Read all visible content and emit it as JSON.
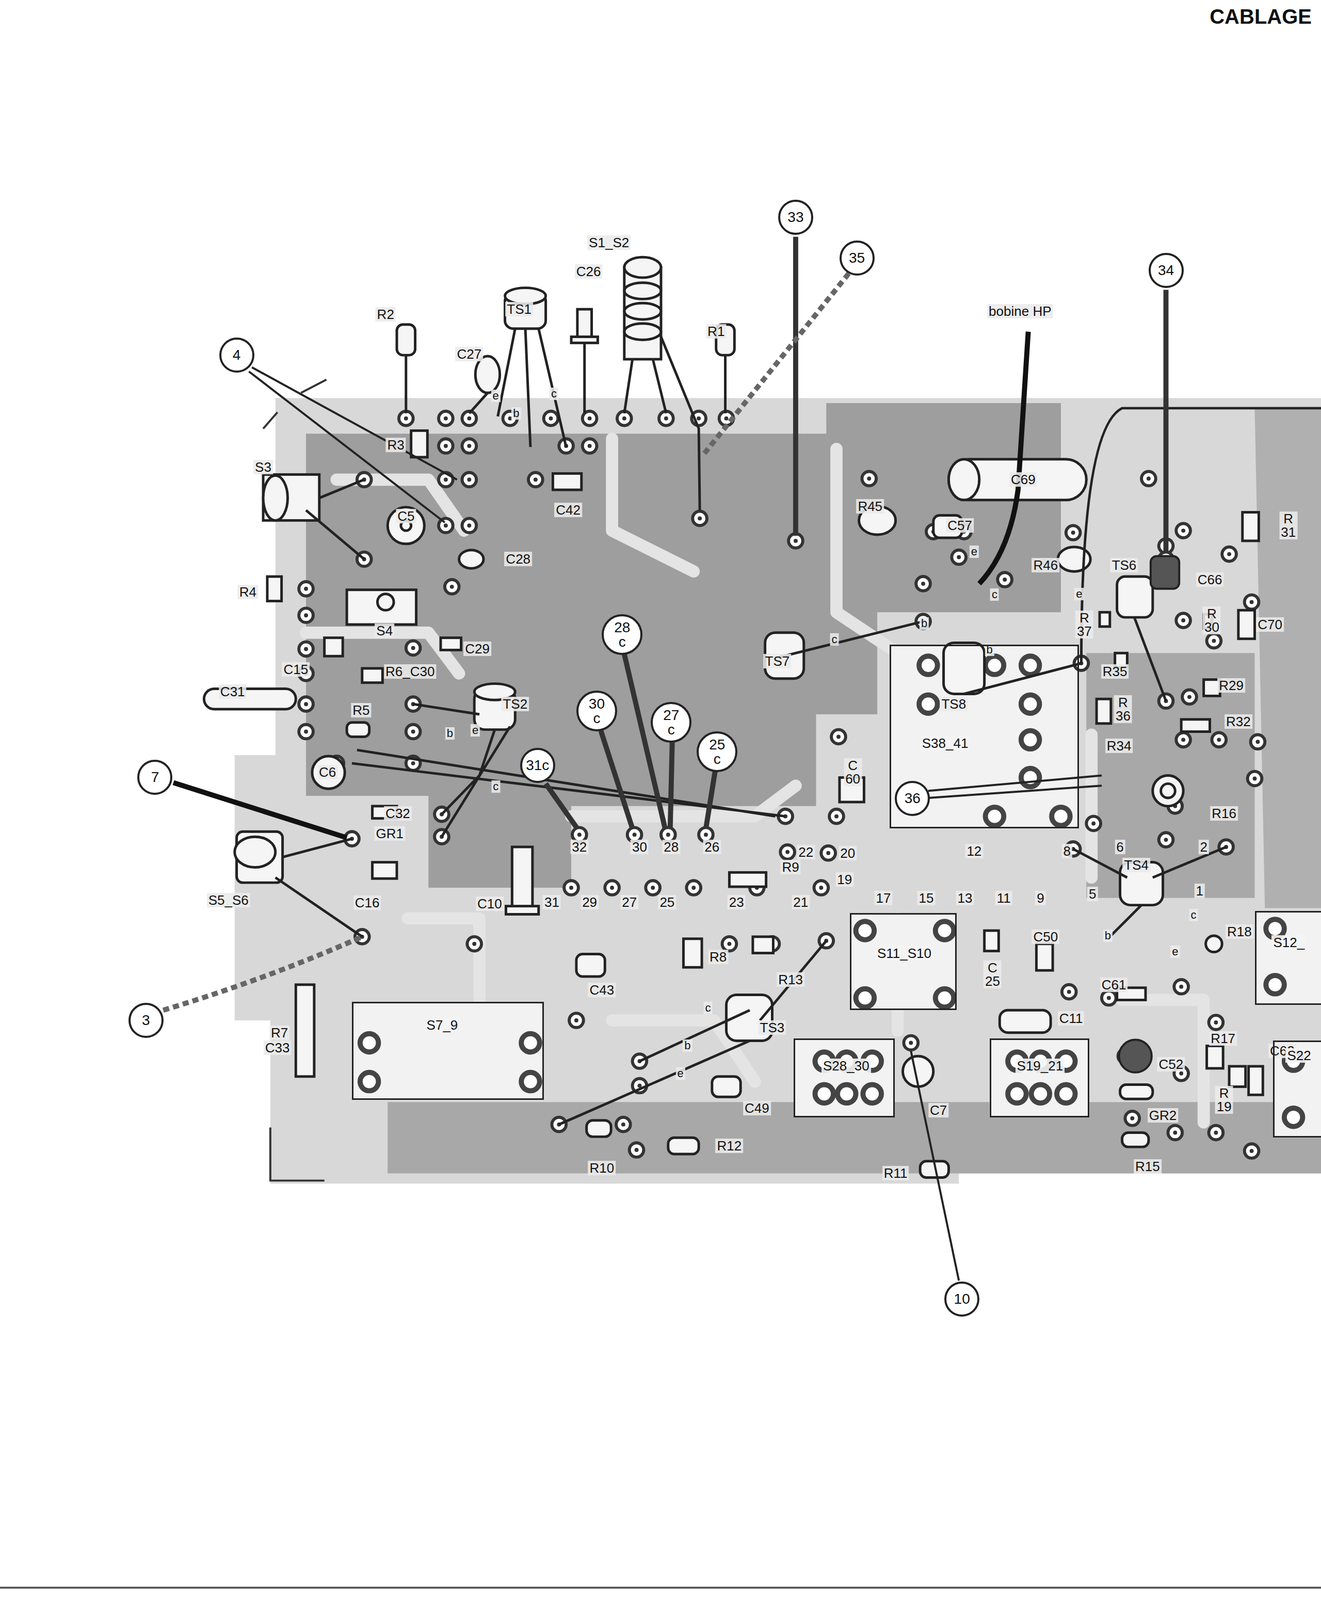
{
  "diagram": {
    "title": "CABLAGE",
    "nodes": [
      {
        "text": [
          "33"
        ]
      },
      {
        "text": [
          "35"
        ]
      },
      {
        "text": [
          "34"
        ]
      },
      {
        "text": [
          "4"
        ]
      },
      {
        "text": [
          "28 c"
        ]
      },
      {
        "text": [
          "30 c"
        ]
      },
      {
        "text": [
          "27 c"
        ]
      },
      {
        "text": [
          "25 c"
        ]
      },
      {
        "text": [
          "31c"
        ]
      },
      {
        "text": [
          "7"
        ]
      },
      {
        "text": [
          "S38_41"
        ]
      },
      {
        "text": [
          "36"
        ],
        "in": 10
      },
      {
        "text": [
          "S11_S10"
        ]
      },
      {
        "text": [
          "S12_"
        ]
      },
      {
        "text": [
          "3"
        ]
      },
      {
        "text": [
          "S7_9"
        ]
      },
      {
        "text": [
          "S28_30"
        ]
      },
      {
        "text": [
          "S19_21"
        ]
      },
      {
        "text": [
          "S22"
        ]
      },
      {
        "text": [
          "10"
        ]
      }
    ],
    "labels": [
      "S1_S2",
      "TS1",
      "C26",
      "R2",
      "C27",
      "R1",
      "e",
      "c",
      "b",
      "bobine HP",
      "R3",
      "C42",
      "S3",
      "C5",
      "C28",
      "R4",
      "S4",
      "C15",
      "C29",
      "R6_C30",
      "C31",
      "R5",
      "b",
      "e",
      "TS2",
      "c",
      "C6",
      "C32",
      "GR1",
      "S5_S6",
      "C16",
      "C10",
      "R7",
      "C33",
      "C69",
      "R45",
      "C57",
      "R46",
      "TS6",
      "R 31",
      "C66",
      "c",
      "TS7",
      "b",
      "e",
      "c",
      "b",
      "e",
      "TS8",
      "R 37",
      "R 30",
      "C70",
      "R35",
      "R 36",
      "R29",
      "R32",
      "R34",
      "R16",
      "C 60",
      "12",
      "8",
      "6",
      "2",
      "TS4",
      "1",
      "c",
      "b",
      "e",
      "R18",
      "32",
      "30",
      "28",
      "26",
      "22",
      "20",
      "19",
      "31",
      "29",
      "27",
      "25",
      "23",
      "21",
      "17",
      "15",
      "13",
      "11",
      "9",
      "5",
      "R9",
      "R8",
      "R13",
      "C43",
      "TS3",
      "c",
      "b",
      "e",
      "C49",
      "R10",
      "R12",
      "R11",
      "C 25",
      "C50",
      "C11",
      "C7",
      "C61",
      "C52",
      "GR2",
      "R15",
      "R17",
      "R 19",
      "C62"
    ]
  }
}
